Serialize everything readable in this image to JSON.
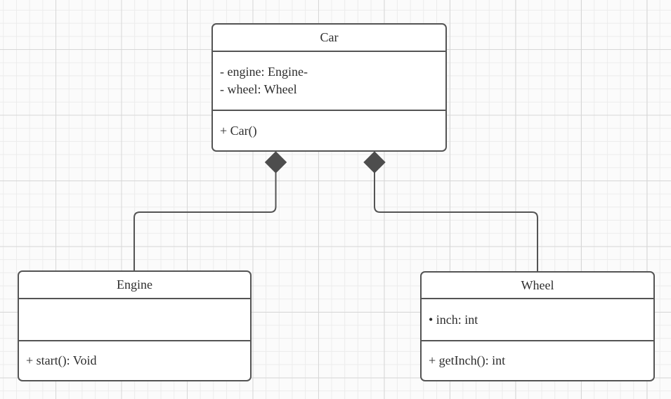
{
  "canvas": {
    "background_color": "#fbfbfb",
    "grid_minor_color": "#ececec",
    "grid_major_color": "#d7d7d7"
  },
  "diagram": {
    "stroke_color": "#545454",
    "shape_fill_color": "#ffffff",
    "text_color": "#2d2d2d",
    "classes": [
      {
        "name": "Car",
        "attributes": [
          "- engine: Engine-",
          "- wheel: Wheel"
        ],
        "methods": [
          "+ Car()"
        ]
      },
      {
        "name": "Engine",
        "attributes": [],
        "methods": [
          "+ start(): Void"
        ]
      },
      {
        "name": "Wheel",
        "attributes": [
          "• inch: int"
        ],
        "methods": [
          "+ getInch(): int"
        ]
      }
    ],
    "relations": [
      {
        "type": "composition",
        "from": "Car",
        "to": "Engine"
      },
      {
        "type": "composition",
        "from": "Car",
        "to": "Wheel"
      }
    ]
  }
}
